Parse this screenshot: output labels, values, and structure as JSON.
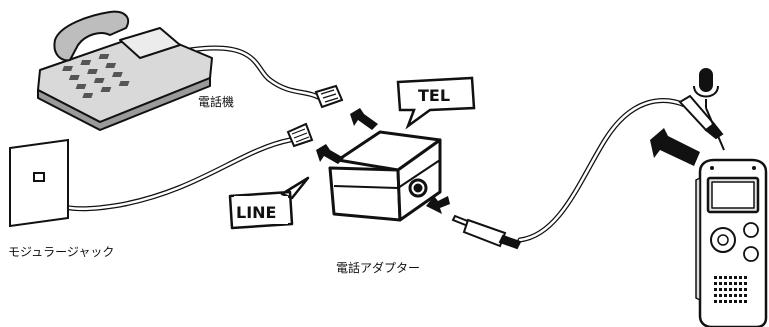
{
  "labels": {
    "telephone": "電話機",
    "modular_jack": "モジュラージャック",
    "adapter": "電話アダプター",
    "tel_bubble": "TEL",
    "line_bubble": "LINE"
  },
  "icons": {
    "telephone": "telephone-icon",
    "wall_jack": "modular-jack-icon",
    "adapter": "phone-adapter-icon",
    "recorder": "voice-recorder-icon",
    "microphone": "microphone-icon"
  },
  "colors": {
    "ink": "#111111",
    "phone_body": "#d9d9d9",
    "phone_dark": "#8c8c8c",
    "screen": "#cfcfcf"
  }
}
